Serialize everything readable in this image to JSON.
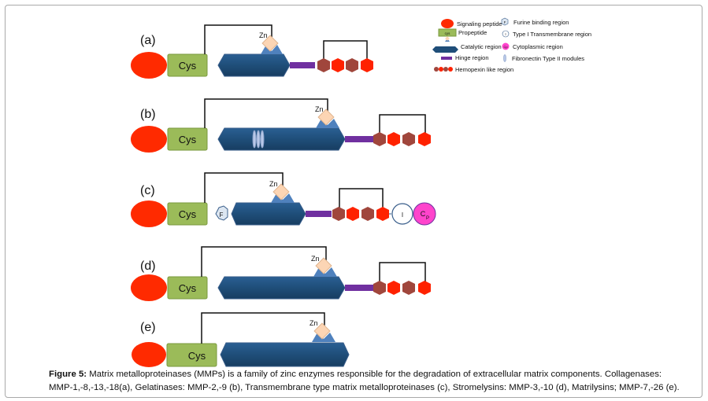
{
  "figure": {
    "caption_label": "Figure 5:",
    "caption_text": " Matrix metalloproteinases (MMPs) is a family of zinc enzymes responsible for the degradation of extracellular matrix components. Collagenases: MMP-1,-8,-13,-18(a), Gelatinases: MMP-2,-9 (b), Transmembrane type matrix metalloproteinases (c), Stromelysins: MMP-3,-10 (d), Matrilysins; MMP-7,-26 (e)."
  },
  "labels": {
    "cys": "Cys",
    "zn": "Zn",
    "furin_short": "F",
    "tm_short": "I",
    "cyto_short": "C",
    "cyto_sub": "P"
  },
  "panels": [
    {
      "label": "(a)"
    },
    {
      "label": "(b)"
    },
    {
      "label": "(c)"
    },
    {
      "label": "(d)"
    },
    {
      "label": "(e)"
    }
  ],
  "legend": {
    "left": [
      "Signaling peptide",
      "Propeptide",
      "Catalytic region",
      "Hinge region",
      "Hemopexin like region"
    ],
    "right": [
      "Furine binding region",
      "Type I Transmembrane region",
      "Cytoplasmic region",
      "Fibronectin Type II modules"
    ],
    "propeptide_icon_text": "cys",
    "furin_icon_text": "F",
    "tm_icon_text": "I",
    "cyto_icon_text": "Cp"
  },
  "colors": {
    "signal": "#ff2a00",
    "propeptide": "#9bbb59",
    "catalytic": "#1f4e79",
    "hinge": "#7030a0",
    "hemopexin_red": "#ff2200",
    "hemopexin_brown": "#a0463c",
    "zn_diamond": "#fcd5b4",
    "zn_base": "#4f81bd",
    "cyto": "#ff44cc"
  }
}
